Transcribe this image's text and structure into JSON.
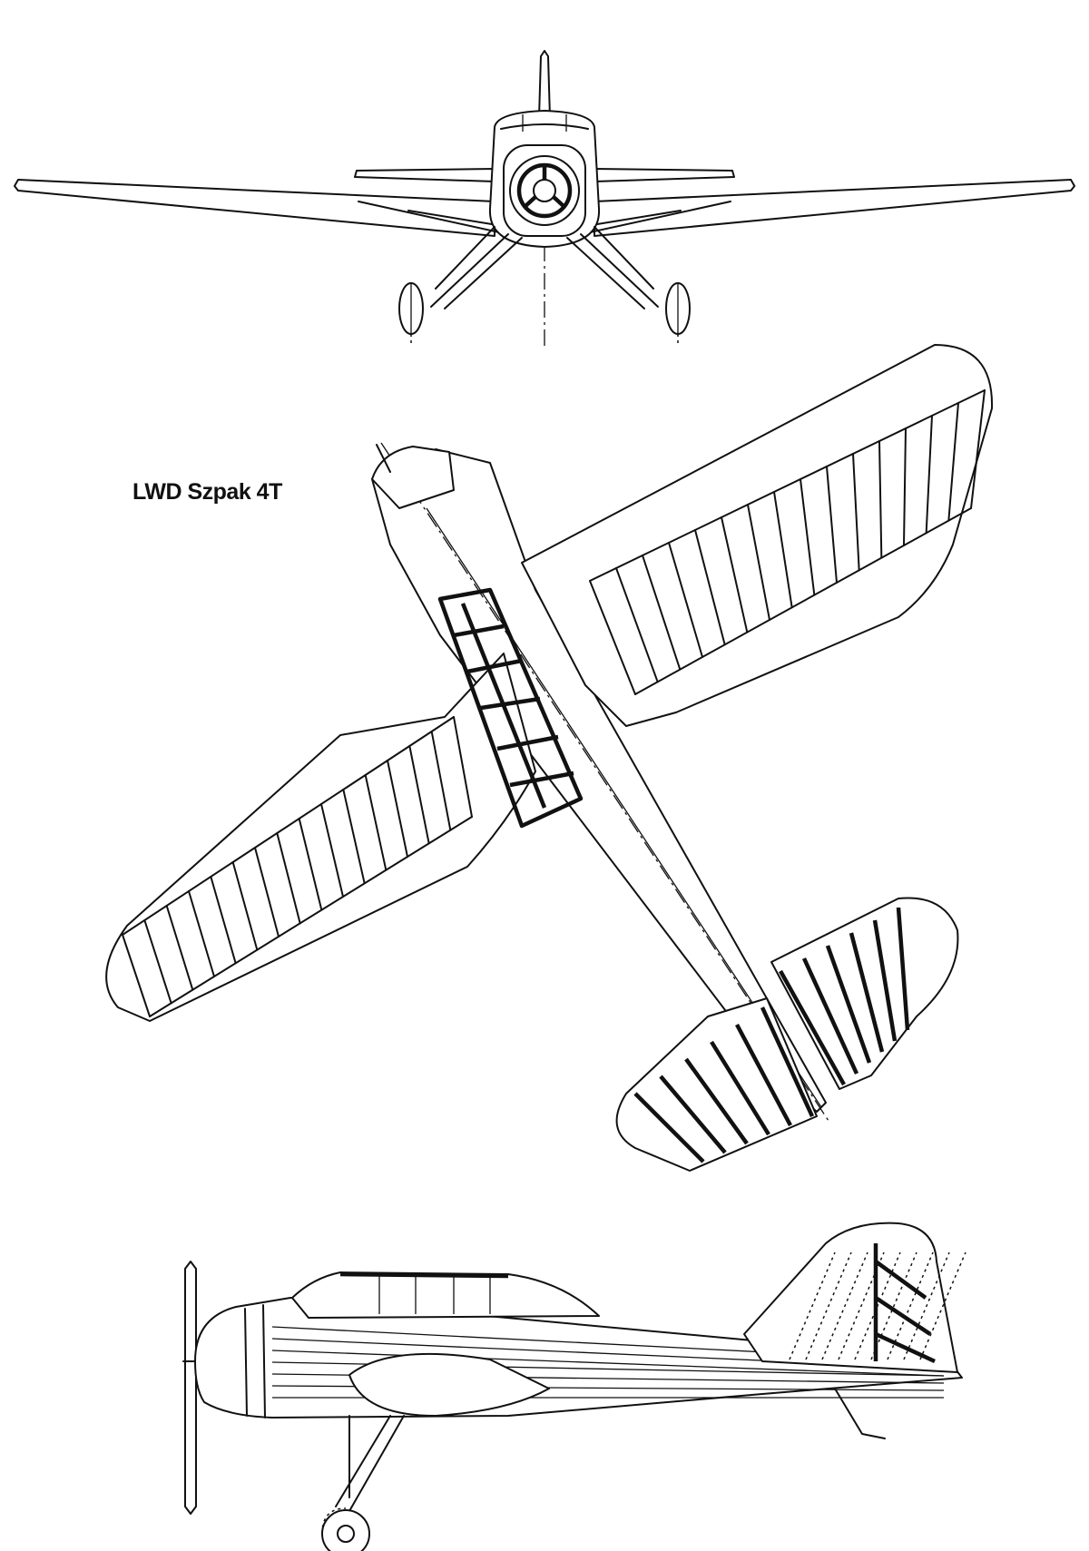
{
  "drawing": {
    "title": "LWD Szpak 4T",
    "views": [
      "front-view",
      "top-view",
      "side-view"
    ]
  }
}
